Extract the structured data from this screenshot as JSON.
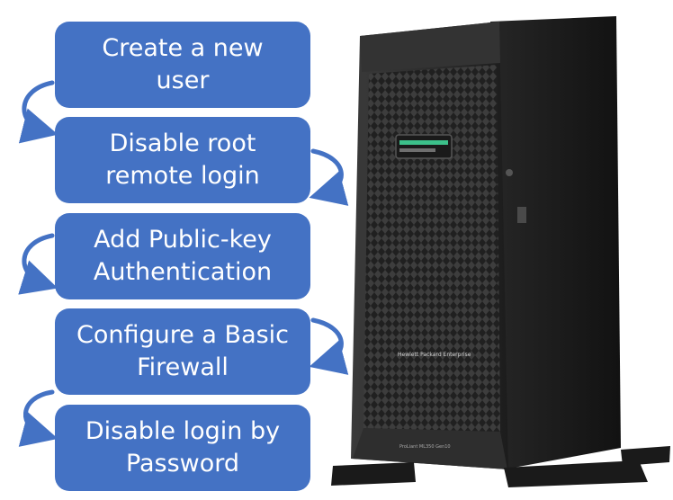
{
  "steps": [
    {
      "label": "Create a new\nuser"
    },
    {
      "label": "Disable root\nremote login"
    },
    {
      "label": "Add Public-key\nAuthentication"
    },
    {
      "label": "Configure a Basic\nFirewall"
    },
    {
      "label": "Disable login by\nPassword"
    }
  ],
  "server": {
    "brand_text": "Hewlett Packard Enterprise",
    "model_text": "ProLiant ML350 Gen10"
  },
  "colors": {
    "box": "#4472c4",
    "box_text": "#ffffff",
    "server_body": "#2b2b2b",
    "led_strip": "#3cc08a"
  }
}
